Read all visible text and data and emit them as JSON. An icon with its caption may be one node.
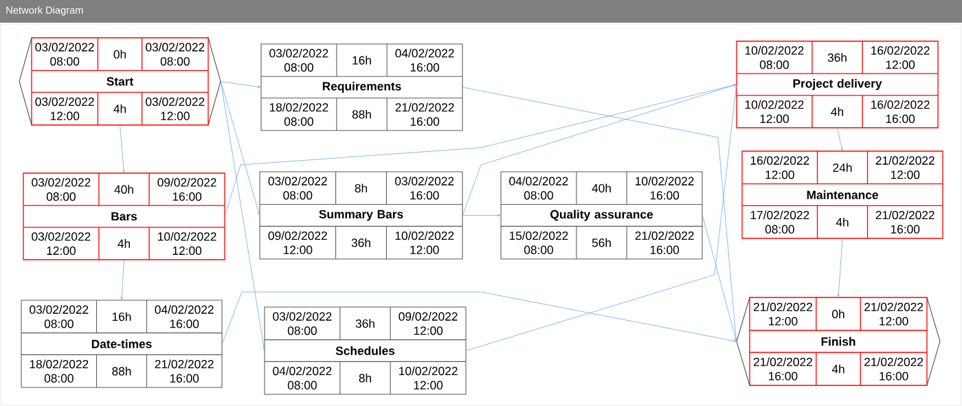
{
  "diagram": {
    "title": "Network Diagram",
    "nodes": [
      {
        "text": [
          "03/02/2022 08:00",
          "0h",
          "03/02/2022 08:00",
          "Start",
          "03/02/2022 12:00",
          "4h",
          "03/02/2022 12:00"
        ]
      },
      {
        "text": [
          "03/02/2022 08:00",
          "16h",
          "04/02/2022 16:00",
          "Requirements",
          "18/02/2022 08:00",
          "88h",
          "21/02/2022 16:00"
        ]
      },
      {
        "text": [
          "10/02/2022 08:00",
          "36h",
          "16/02/2022 12:00",
          "Project delivery",
          "10/02/2022 12:00",
          "4h",
          "16/02/2022 16:00"
        ]
      },
      {
        "text": [
          "16/02/2022 12:00",
          "24h",
          "21/02/2022 12:00",
          "Maintenance",
          "17/02/2022 08:00",
          "4h",
          "21/02/2022 16:00"
        ]
      },
      {
        "text": [
          "03/02/2022 08:00",
          "40h",
          "09/02/2022 16:00",
          "Bars",
          "03/02/2022 12:00",
          "4h",
          "10/02/2022 12:00"
        ]
      },
      {
        "text": [
          "03/02/2022 08:00",
          "8h",
          "03/02/2022 16:00",
          "Summary Bars",
          "09/02/2022 12:00",
          "36h",
          "10/02/2022 12:00"
        ]
      },
      {
        "text": [
          "04/02/2022 08:00",
          "40h",
          "10/02/2022 16:00",
          "Quality assurance",
          "15/02/2022 08:00",
          "56h",
          "21/02/2022 16:00"
        ]
      },
      {
        "text": [
          "03/02/2022 08:00",
          "16h",
          "04/02/2022 16:00",
          "Date-times",
          "18/02/2022 08:00",
          "88h",
          "21/02/2022 16:00"
        ]
      },
      {
        "text": [
          "03/02/2022 08:00",
          "36h",
          "09/02/2022 12:00",
          "Schedules",
          "04/02/2022 08:00",
          "8h",
          "10/02/2022 12:00"
        ]
      },
      {
        "text": [
          "21/02/2022 12:00",
          "0h",
          "21/02/2022 12:00",
          "Finish",
          "21/02/2022 16:00",
          "4h",
          "21/02/2022 16:00"
        ]
      }
    ],
    "edges": [
      {
        "from": 0,
        "to": 1,
        "arrow": "to"
      },
      {
        "from": 0,
        "to": 5,
        "arrow": "to"
      },
      {
        "from": 0,
        "to": 8,
        "arrow": "to"
      },
      {
        "from": 0,
        "to": 4,
        "arrow": "to"
      },
      {
        "from": 4,
        "to": 7,
        "arrow": "to"
      },
      {
        "from": 4,
        "to": 2,
        "arrow": "to"
      },
      {
        "from": 5,
        "to": 6,
        "arrow": "to"
      },
      {
        "from": 5,
        "to": 2,
        "arrow": "to"
      },
      {
        "from": 8,
        "to": 2,
        "arrow": "to"
      },
      {
        "from": 1,
        "to": 9,
        "arrow": "to"
      },
      {
        "from": 6,
        "to": 9,
        "arrow": "to"
      },
      {
        "from": 7,
        "to": 9,
        "arrow": "to"
      },
      {
        "from": 2,
        "to": 3,
        "arrow": "to"
      },
      {
        "from": 3,
        "to": 9,
        "arrow": "to"
      }
    ]
  }
}
